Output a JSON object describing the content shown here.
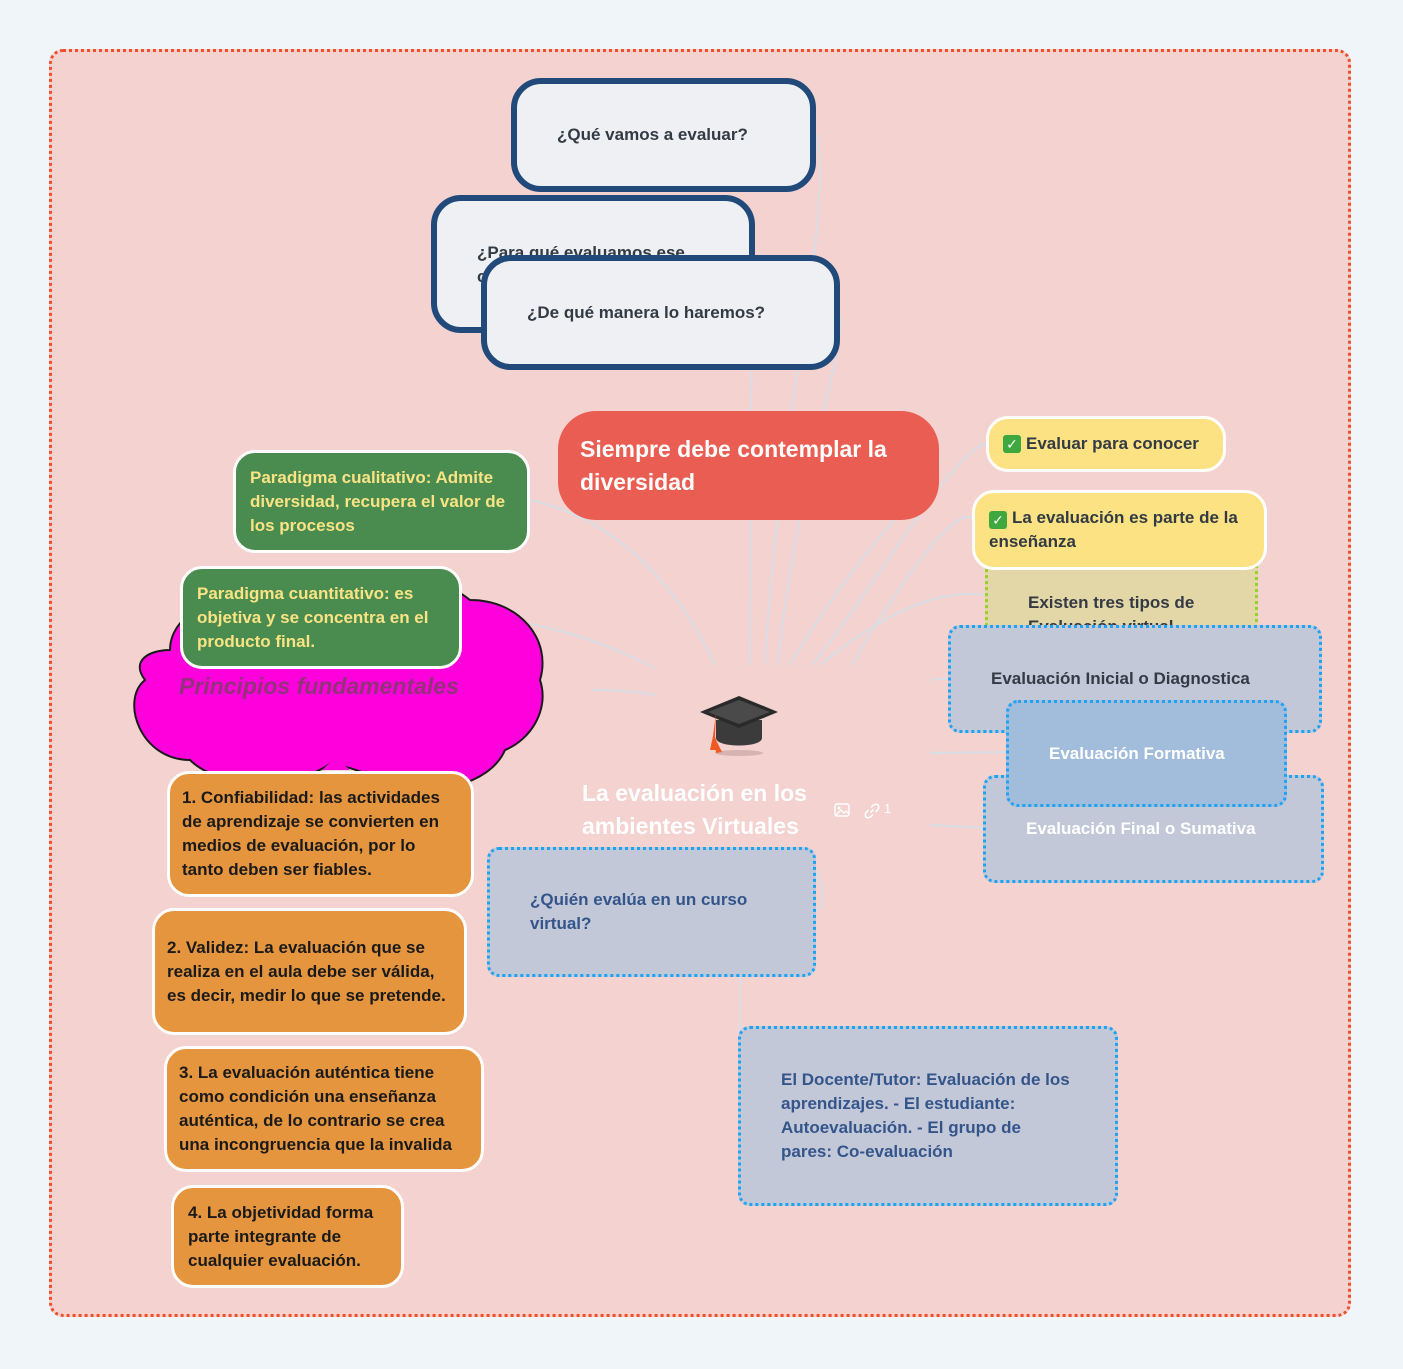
{
  "central": {
    "title": "La evaluación en los ambientes Virtuales",
    "link_count": "1",
    "icons": [
      "graduation-cap-icon",
      "image-icon",
      "link-icon"
    ]
  },
  "questions": {
    "q1": "¿Qué vamos a evaluar?",
    "q2": "¿Para qué evaluamos ese contenido?",
    "q3": "¿De qué manera lo haremos?"
  },
  "diversity": "Siempre debe contemplar la diversidad",
  "right": {
    "evaluar": "Evaluar para conocer",
    "ensenanza": "La evaluación es parte de la enseñanza",
    "tipos": "Existen tres tipos de Evaluación virtual",
    "inicial": "Evaluación Inicial o Diagnostica",
    "formativa": "Evaluación Formativa",
    "final": "Evaluación Final o Sumativa"
  },
  "paradigms": {
    "cualitativo": "Paradigma cualitativo: Admite diversidad, recupera el valor de los procesos",
    "cuantitativo": "Paradigma cuantitativo: es objetiva y se concentra en el producto final."
  },
  "principios": {
    "title": "Principios fundamentales",
    "items": [
      "1. Confiabilidad: las actividades de aprendizaje se convierten en medios de evaluación, por lo tanto deben ser fiables.",
      "2. Validez: La evaluación que se realiza en el aula debe ser válida, es decir, medir lo que se pretende.",
      "3. La evaluación auténtica tiene como condición una enseñanza auténtica, de lo contrario se crea una incongruencia que la invalida",
      "4. La objetividad forma parte integrante de cualquier evaluación."
    ]
  },
  "quien": {
    "question": "¿Quién evalúa en un curso virtual?",
    "answer": "El Docente/Tutor: Evaluación de los aprendizajes. - El estudiante: Autoevaluación. - El grupo de pares: Co-evaluación"
  },
  "colors": {
    "frame_bg": "#f3d2d0",
    "frame_border": "#ef4e2c",
    "question_border": "#214a7a",
    "diversity": "#ea5d52",
    "yellow": "#fde283",
    "green": "#4a8c50",
    "orange": "#e6953f",
    "cloud": "#ff00dd",
    "blue_box": "#c3c8d9",
    "blue_border": "#1fa2f0",
    "lime_border": "#94d22c"
  }
}
